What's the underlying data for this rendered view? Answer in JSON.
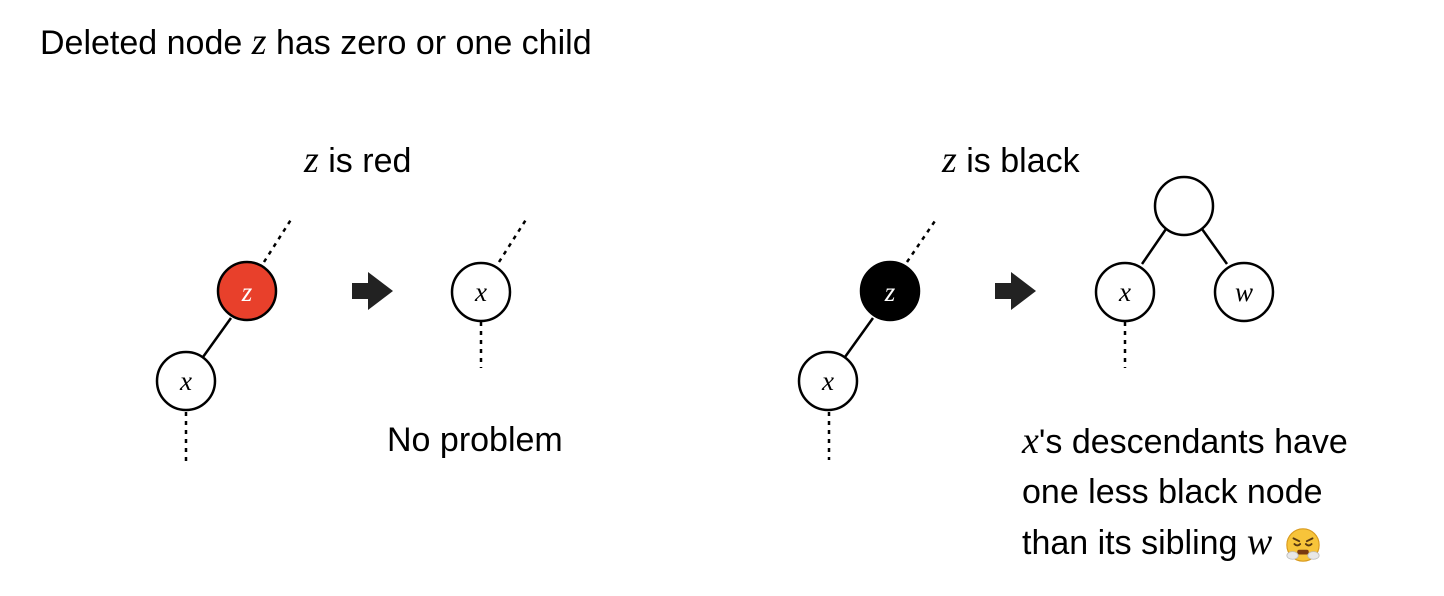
{
  "title": {
    "prefix": "Deleted node ",
    "var": "z",
    "suffix": " has zero or one child"
  },
  "left_case": {
    "label_var": "z",
    "label_text": " is red",
    "before": {
      "z_label": "z",
      "x_label": "x",
      "z_color": "#e8402b"
    },
    "after": {
      "x_label": "x"
    },
    "result": "No problem"
  },
  "right_case": {
    "label_var": "z",
    "label_text": " is black",
    "before": {
      "z_label": "z",
      "x_label": "x",
      "z_color": "#000000"
    },
    "after": {
      "x_label": "x",
      "w_label": "w"
    },
    "explanation": {
      "line1_var": "x",
      "line1_text": "'s descendants have",
      "line2": "one less black node",
      "line3_text": "than its sibling ",
      "line3_var": "w",
      "emoji": "face-with-steam-from-nose"
    }
  }
}
